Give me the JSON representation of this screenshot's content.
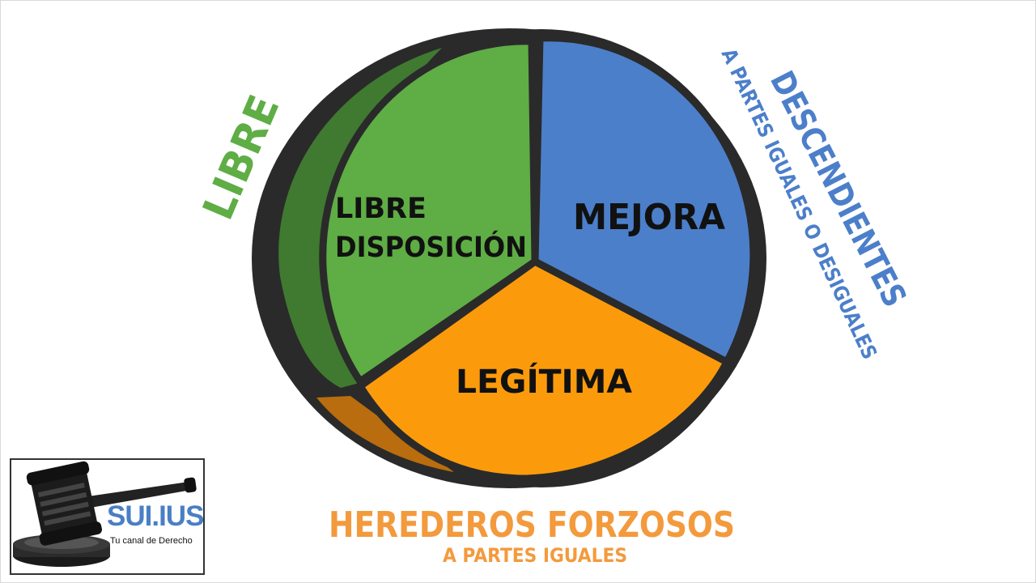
{
  "diagram": {
    "sectors": [
      {
        "id": "libre-disposicion",
        "lines": [
          "LIBRE",
          "DISPOSICIÓN"
        ],
        "color": "#5fad45"
      },
      {
        "id": "mejora",
        "lines": [
          "MEJORA"
        ],
        "color": "#4c7fca"
      },
      {
        "id": "legitima",
        "lines": [
          "LEGÍTIMA"
        ],
        "color": "#fb9b0c"
      }
    ],
    "side_labels": {
      "libre": "LIBRE",
      "descendientes": "DESCENDIENTES",
      "descendientes_sub": "A PARTES IGUALES O DESIGUALES",
      "herederos": "HEREDEROS FORZOSOS",
      "herederos_sub": "A PARTES IGUALES"
    },
    "colors": {
      "outline": "#2a2a2a",
      "green_dark": "#3f7a30",
      "orange_dark": "#b96d0e",
      "libre_text": "#5fad45",
      "descendientes_text": "#4c7fca",
      "herederos_text": "#f39a3d"
    }
  },
  "logo": {
    "name": "SUI.IUS",
    "tagline": "Tu canal de Derecho",
    "icon": "gavel-icon"
  }
}
